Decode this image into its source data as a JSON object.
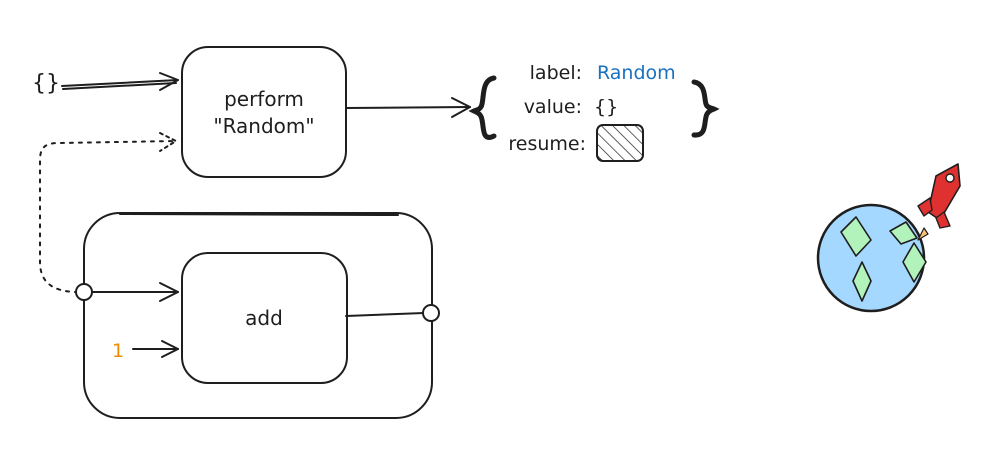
{
  "diagram": {
    "input_value": "{}",
    "perform_box": {
      "line1": "perform",
      "line2": "\"Random\""
    },
    "effect_object": {
      "label_key": "label:",
      "label_value": "Random",
      "value_key": "value:",
      "value_value": "{}",
      "resume_key": "resume:"
    },
    "add_box": {
      "label": "add"
    },
    "constant_input": "1"
  },
  "colors": {
    "ink": "#1e1e1e",
    "accent_blue": "#1971c2",
    "accent_orange": "#f08c00",
    "globe_ocean": "#a5d8ff",
    "globe_land": "#b2f2bb",
    "rocket_red": "#e03131",
    "rocket_flame": "#ffc078"
  },
  "icons": [
    "brace-left-icon",
    "brace-right-icon",
    "hatched-resume-icon",
    "globe-icon",
    "rocket-icon"
  ]
}
